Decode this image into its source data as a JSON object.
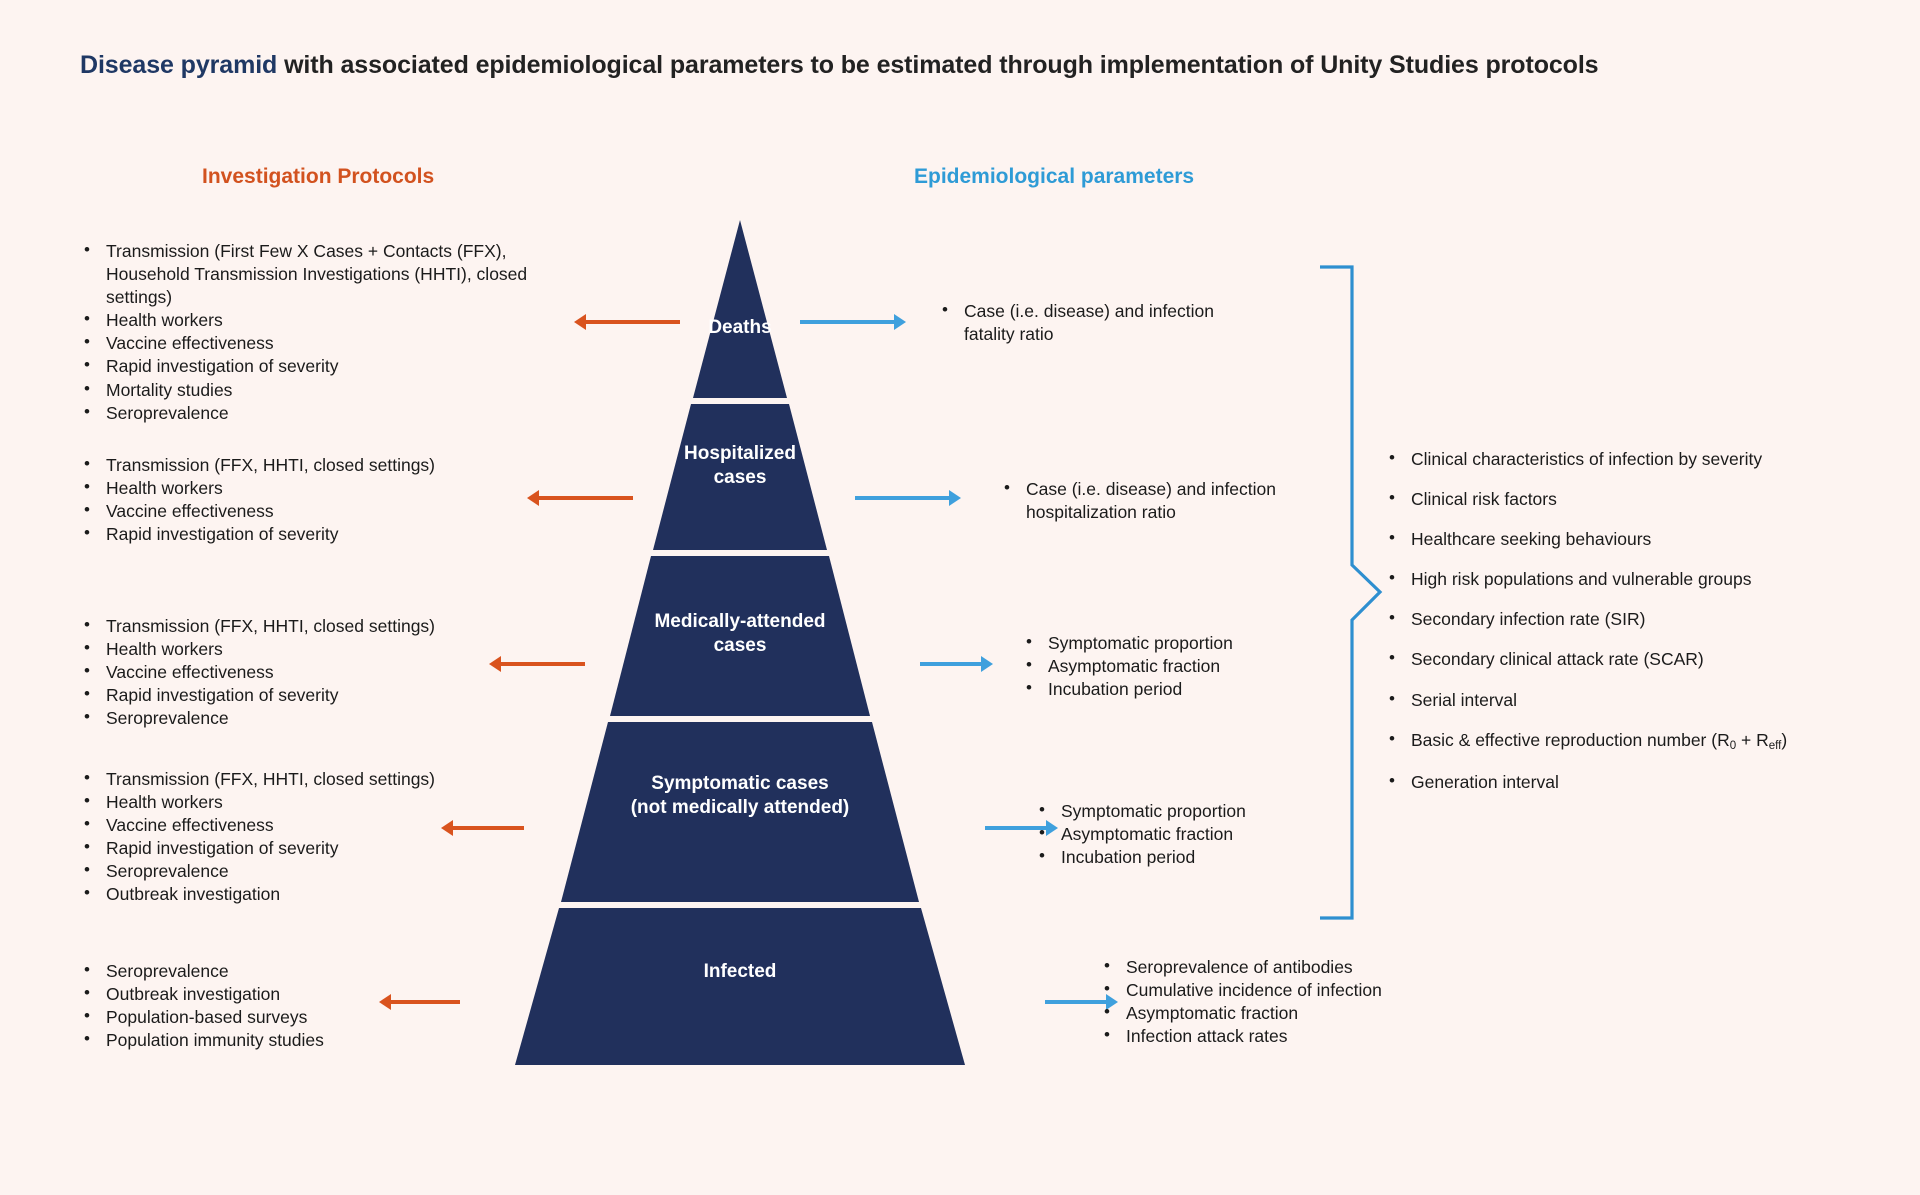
{
  "title": {
    "accent": "Disease pyramid",
    "rest": " with associated epidemiological parameters to be estimated through implementation of Unity Studies protocols"
  },
  "colors": {
    "background": "#FDF4F1",
    "pyramid_navy": "#21305C",
    "left_accent_orange": "#D2521F",
    "right_accent_blue": "#2E9BD6",
    "arrow_orange": "#D9531E",
    "arrow_blue": "#3FA0DD",
    "brace_blue": "#2E8FD0",
    "title_navy": "#1F3864"
  },
  "headings": {
    "left": "Investigation Protocols",
    "right": "Epidemiological parameters"
  },
  "pyramid": {
    "levels": [
      {
        "label": "Deaths"
      },
      {
        "label": "Hospitalized\ncases"
      },
      {
        "label": "Medically-attended\ncases"
      },
      {
        "label": "Symptomatic cases\n(not medically attended)"
      },
      {
        "label": "Infected"
      }
    ]
  },
  "investigation_protocols": [
    {
      "level": "Deaths",
      "items": [
        "Transmission (First Few X Cases + Contacts (FFX), Household Transmission Investigations (HHTI), closed settings)",
        "Health workers",
        "Vaccine effectiveness",
        "Rapid investigation of severity",
        "Mortality studies",
        "Seroprevalence"
      ]
    },
    {
      "level": "Hospitalized cases",
      "items": [
        "Transmission (FFX, HHTI, closed settings)",
        "Health workers",
        "Vaccine effectiveness",
        "Rapid investigation of severity"
      ]
    },
    {
      "level": "Medically-attended cases",
      "items": [
        "Transmission (FFX, HHTI, closed settings)",
        "Health workers",
        "Vaccine effectiveness",
        "Rapid investigation of severity",
        "Seroprevalence"
      ]
    },
    {
      "level": "Symptomatic cases (not medically attended)",
      "items": [
        "Transmission (FFX, HHTI, closed settings)",
        "Health workers",
        "Vaccine effectiveness",
        "Rapid investigation of severity",
        "Seroprevalence",
        "Outbreak investigation"
      ]
    },
    {
      "level": "Infected",
      "items": [
        "Seroprevalence",
        "Outbreak investigation",
        "Population-based surveys",
        "Population immunity studies"
      ]
    }
  ],
  "epidemiological_parameters": [
    {
      "level": "Deaths",
      "items": [
        "Case (i.e. disease) and infection fatality ratio"
      ]
    },
    {
      "level": "Hospitalized cases",
      "items": [
        "Case (i.e. disease) and infection hospitalization ratio"
      ]
    },
    {
      "level": "Medically-attended cases",
      "items": [
        "Symptomatic proportion",
        "Asymptomatic fraction",
        "Incubation period"
      ]
    },
    {
      "level": "Symptomatic cases (not medically attended)",
      "items": [
        "Symptomatic proportion",
        "Asymptomatic fraction",
        "Incubation period"
      ]
    },
    {
      "level": "Infected",
      "items": [
        "Seroprevalence of antibodies",
        "Cumulative incidence of infection",
        "Asymptomatic fraction",
        "Infection attack rates"
      ]
    }
  ],
  "cross_cutting_parameters": {
    "items": [
      "Clinical characteristics of infection by severity",
      "Clinical risk factors",
      "Healthcare seeking behaviours",
      "High risk populations and vulnerable groups",
      "Secondary infection rate (SIR)",
      "Secondary clinical attack rate (SCAR)",
      "Serial interval",
      "Basic & effective reproduction number (R_0 + R_eff)",
      "Generation interval"
    ]
  }
}
